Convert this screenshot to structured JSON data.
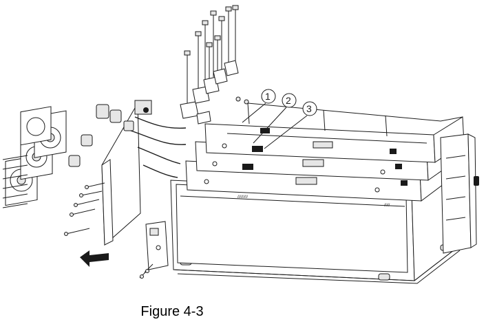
{
  "figure": {
    "caption": "Figure 4-3",
    "callouts": [
      "1",
      "2",
      "3"
    ],
    "direction_arrow": "left-arrow-icon"
  }
}
